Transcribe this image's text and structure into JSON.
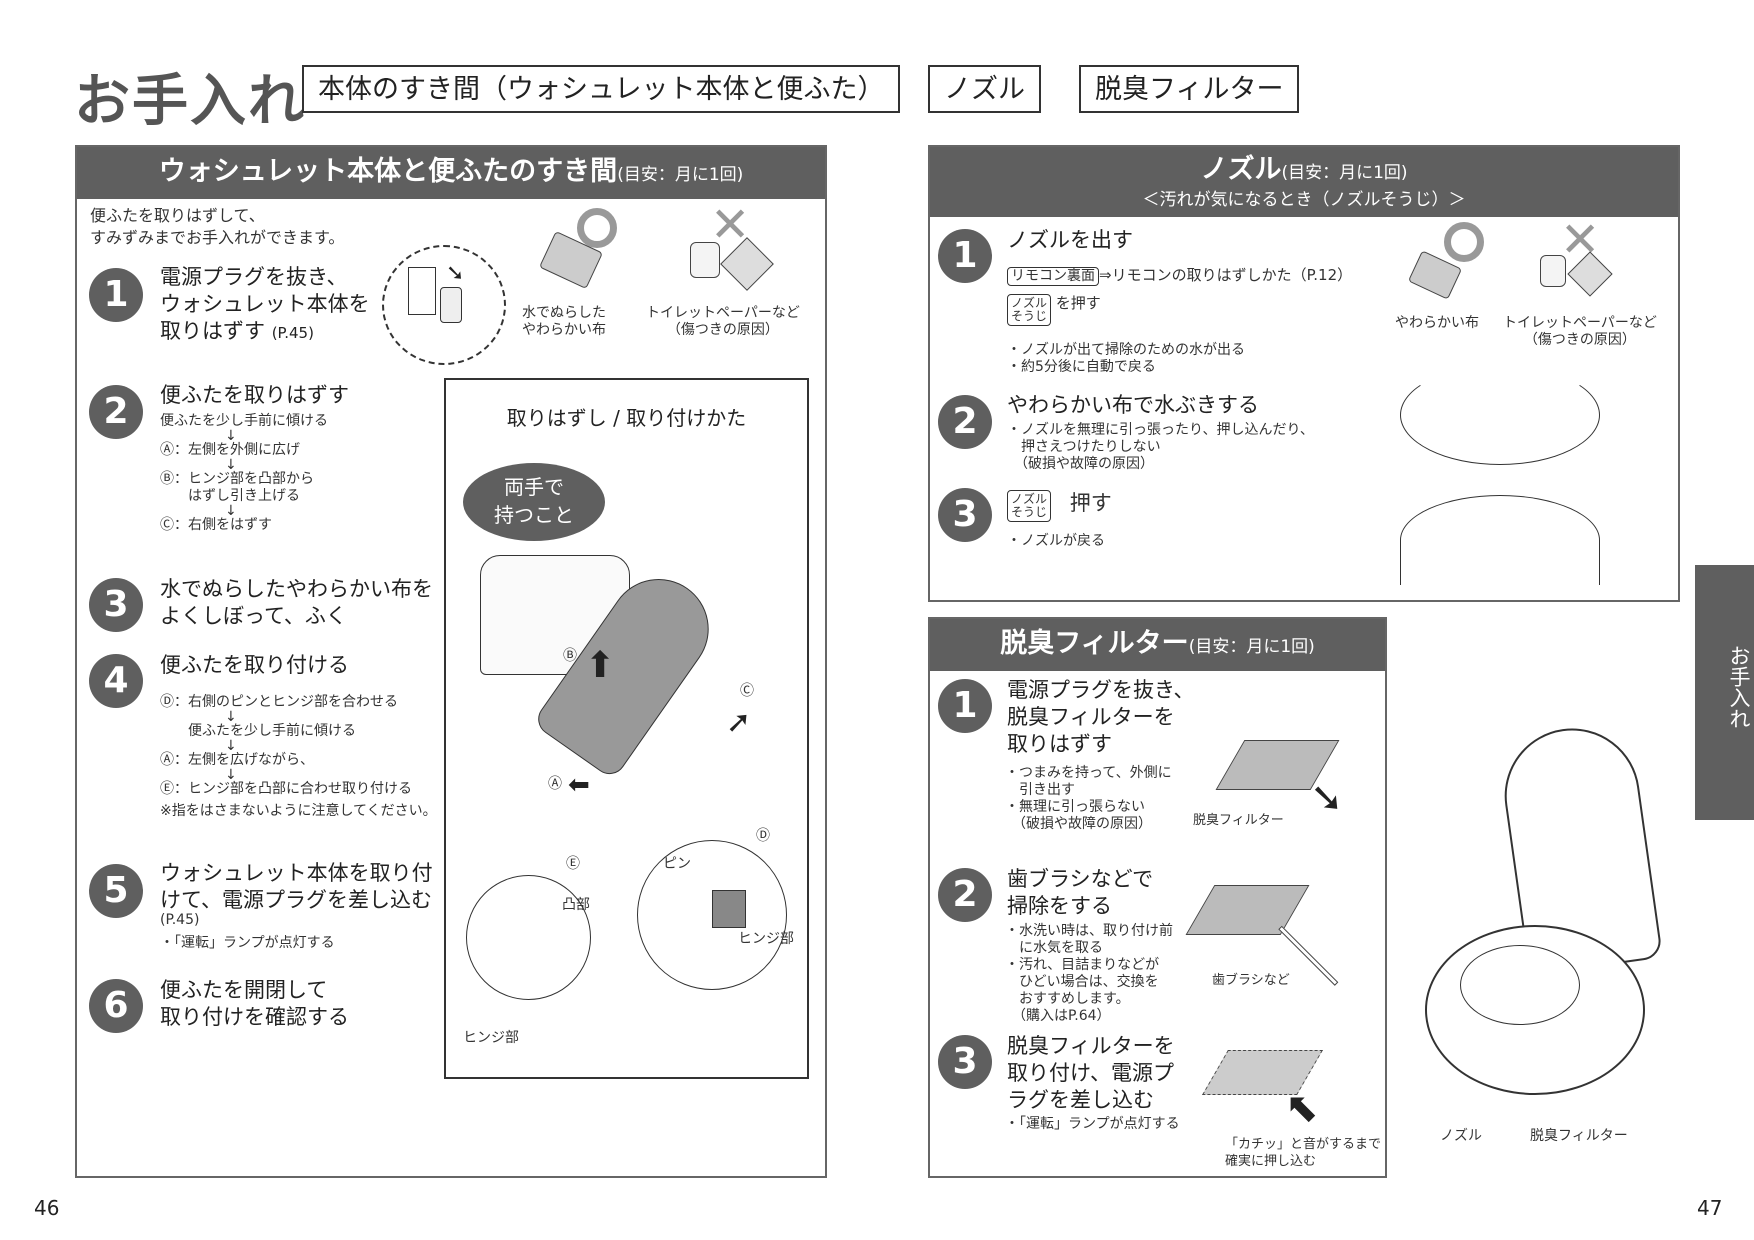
{
  "page_title": "お手入れ",
  "header_tabs": [
    "本体のすき間（ウォシュレット本体と便ふた）",
    "ノズル",
    "脱臭フィルター"
  ],
  "left_panel": {
    "title": "ウォシュレット本体と便ふたのすき間",
    "frequency": "(目安：月に1回)",
    "intro": [
      "便ふたを取りはずして、",
      "すみずみまでお手入れができます。"
    ],
    "ok_caption": [
      "水でぬらした",
      "やわらかい布"
    ],
    "ng_caption": [
      "トイレットペーパーなど",
      "（傷つきの原因）"
    ],
    "steps": [
      {
        "num": "1",
        "title": [
          "電源プラグを抜き、",
          "ウォシュレット本体を",
          "取りはずす"
        ],
        "ref": "(P.45)"
      },
      {
        "num": "2",
        "title": [
          "便ふたを取りはずす"
        ],
        "details": [
          "便ふたを少し手前に傾ける",
          "↓",
          "Ⓐ：左側を外側に広げ",
          "↓",
          "Ⓑ：ヒンジ部を凸部から",
          "　　はずし引き上げる",
          "↓",
          "Ⓒ：右側をはずす"
        ]
      },
      {
        "num": "3",
        "title": [
          "水でぬらしたやわらかい布を",
          "よくしぼって、ふく"
        ]
      },
      {
        "num": "4",
        "title": [
          "便ふたを取り付ける"
        ],
        "details": [
          "Ⓓ：右側のピンとヒンジ部を合わせる",
          "↓",
          "　　便ふたを少し手前に傾ける",
          "↓",
          "Ⓐ：左側を広げながら、",
          "↓",
          "Ⓔ：ヒンジ部を凸部に合わせ取り付ける",
          "※指をはさまないように注意してください。"
        ]
      },
      {
        "num": "5",
        "title": [
          "ウォシュレット本体を取り付",
          "けて、電源プラグを差し込む"
        ],
        "ref": "(P.45)",
        "details": [
          "・「運転」ランプが点灯する"
        ]
      },
      {
        "num": "6",
        "title": [
          "便ふたを開閉して",
          "取り付けを確認する"
        ]
      }
    ],
    "diagram": {
      "title": "取りはずし / 取り付けかた",
      "bubble": [
        "両手で",
        "持つこと"
      ],
      "labels": {
        "a": "Ⓐ",
        "b": "Ⓑ",
        "c": "Ⓒ",
        "d": "Ⓓ",
        "e": "Ⓔ",
        "pin": "ピン",
        "convex": "凸部",
        "hinge1": "ヒンジ部",
        "hinge2": "ヒンジ部"
      }
    }
  },
  "nozzle_panel": {
    "title": "ノズル",
    "frequency": "(目安：月に1回)",
    "subtitle": "＜汚れが気になるとき（ノズルそうじ）＞",
    "ok_caption": [
      "やわらかい布"
    ],
    "ng_caption": [
      "トイレットペーパーなど",
      "（傷つきの原因）"
    ],
    "key_remote": "リモコン裏面",
    "remote_ref": "⇒リモコンの取りはずしかた（P.12）",
    "key_nozzle": [
      "ノズル",
      "そうじ"
    ],
    "steps": [
      {
        "num": "1",
        "title": "ノズルを出す",
        "press": "を押す",
        "details": [
          "・ノズルが出て掃除のための水が出る",
          "・約5分後に自動で戻る"
        ]
      },
      {
        "num": "2",
        "title": "やわらかい布で水ぶきする",
        "details": [
          "・ノズルを無理に引っ張ったり、押し込んだり、",
          "　押さえつけたりしない",
          "　（破損や故障の原因）"
        ]
      },
      {
        "num": "3",
        "title": "押す",
        "details": [
          "・ノズルが戻る"
        ]
      }
    ]
  },
  "filter_panel": {
    "title": "脱臭フィルター",
    "frequency": "(目安：月に1回)",
    "steps": [
      {
        "num": "1",
        "title": [
          "電源プラグを抜き、",
          "脱臭フィルターを",
          "取りはずす"
        ],
        "details": [
          "・つまみを持って、外側に",
          "　引き出す",
          "・無理に引っ張らない",
          "　（破損や故障の原因）"
        ],
        "label": "脱臭フィルター"
      },
      {
        "num": "2",
        "title": [
          "歯ブラシなどで",
          "掃除をする"
        ],
        "details": [
          "・水洗い時は、取り付け前",
          "　に水気を取る",
          "・汚れ、目詰まりなどが",
          "　ひどい場合は、交換を",
          "　おすすめします。",
          "　（購入はP.64）"
        ],
        "label": "歯ブラシなど"
      },
      {
        "num": "3",
        "title": [
          "脱臭フィルターを",
          "取り付け、電源プ",
          "ラグを差し込む"
        ],
        "details": [
          "・「運転」ランプが点灯する"
        ],
        "label": [
          "「カチッ」と音がするまで",
          "確実に押し込む"
        ]
      }
    ]
  },
  "toilet_labels": {
    "nozzle": "ノズル",
    "filter": "脱臭フィルター"
  },
  "side_tab": "お手入れ",
  "page_numbers": {
    "left": "46",
    "right": "47"
  },
  "colors": {
    "header_gray": "#5f5f5f",
    "mark_gray": "#999999"
  }
}
